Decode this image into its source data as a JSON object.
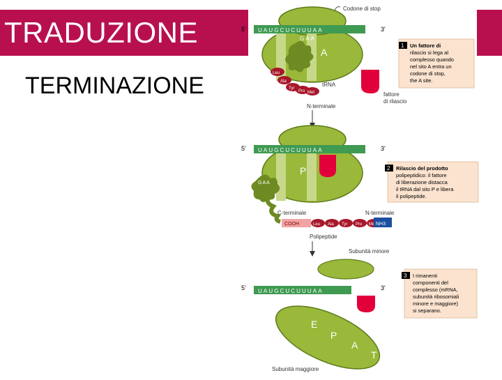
{
  "slide": {
    "title": "TRADUZIONE",
    "subtitle": "TERMINAZIONE"
  },
  "colors": {
    "title_bar": "#b8104f",
    "ribosome": "#9ab83a",
    "ribosome_dark": "#6e8a22",
    "release_factor": "#e2003a",
    "mrna": "#3f9a52",
    "info_box": "#fbe3cf"
  },
  "figure": {
    "stop_codon_label": "Codone di stop",
    "five_prime": "5'",
    "three_prime": "3'",
    "mrna_sequence": "UAUGCUCUUUAA",
    "trna_anticodon": "GAA",
    "site_a": "A",
    "site_p": "P",
    "site_e": "E",
    "site_t": "T",
    "trna_label": "tRNA",
    "release_factor_label_1": "fattore",
    "release_factor_label_2": "di rilascio",
    "n_terminal": "N-terminale",
    "c_terminal": "C-terminale",
    "cooh": "COOH",
    "nh3": "NH3",
    "polypeptide_label": "Polipeptide",
    "small_subunit": "Subunità minore",
    "large_subunit": "Subunità maggiore",
    "amino_acids": [
      "Leu",
      "Ala",
      "Tyr",
      "Pro",
      "Met"
    ],
    "steps": [
      {
        "number": "1",
        "lines": [
          "Un fattore di",
          "rilascio si lega al",
          "complesso quando",
          "nel sito A entra un",
          "codone di stop,",
          "the A site."
        ]
      },
      {
        "number": "2",
        "lines": [
          "Rilascio del prodotto",
          "polipeptidico: il fattore",
          "di liberazione distacca",
          "il tRNA dal sito P e libera",
          "il polipeptide."
        ]
      },
      {
        "number": "3",
        "lines": [
          "I rimanenti",
          "componenti del",
          "complesso (mRNA,",
          "subunità ribosomiali",
          "minore e maggiore)",
          "si separano."
        ]
      }
    ]
  }
}
